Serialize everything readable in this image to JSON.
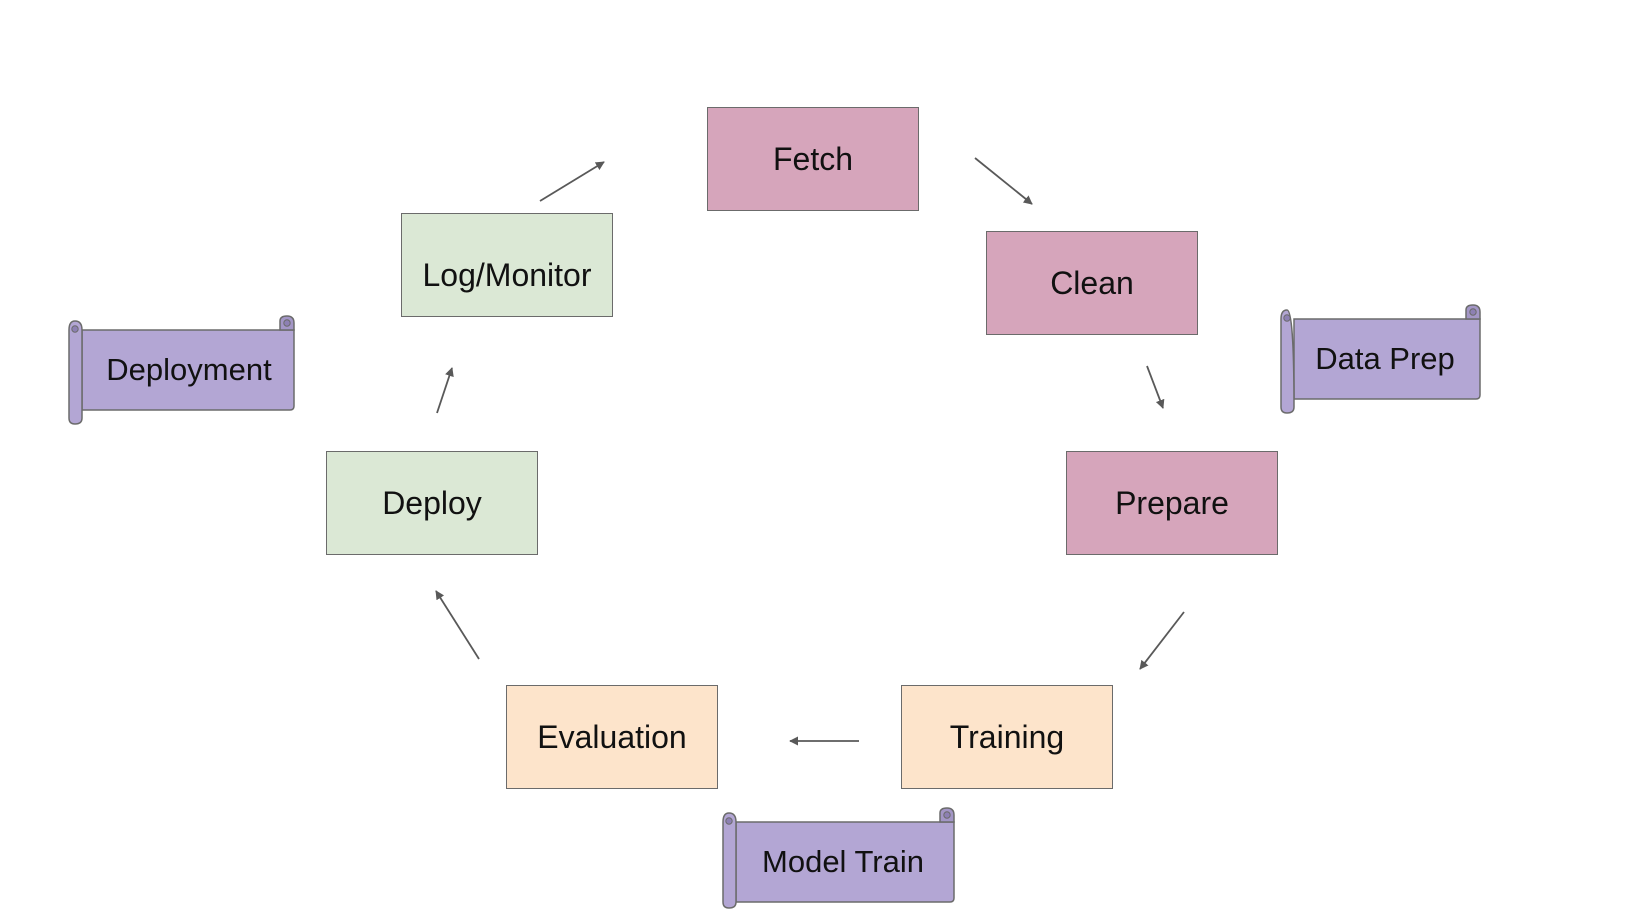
{
  "diagram": {
    "stages": {
      "fetch": "Fetch",
      "clean": "Clean",
      "prepare": "Prepare",
      "training": "Training",
      "evaluation": "Evaluation",
      "deploy": "Deploy",
      "log_monitor": "Log/Monitor"
    },
    "phases": {
      "data_prep": "Data Prep",
      "model_train": "Model Train",
      "deployment": "Deployment"
    },
    "colors": {
      "data_stage": "#d6a5bb",
      "model_stage": "#fde4cb",
      "deploy_stage": "#dbe8d5",
      "phase_banner": "#b3a6d4",
      "arrow": "#595959"
    }
  }
}
